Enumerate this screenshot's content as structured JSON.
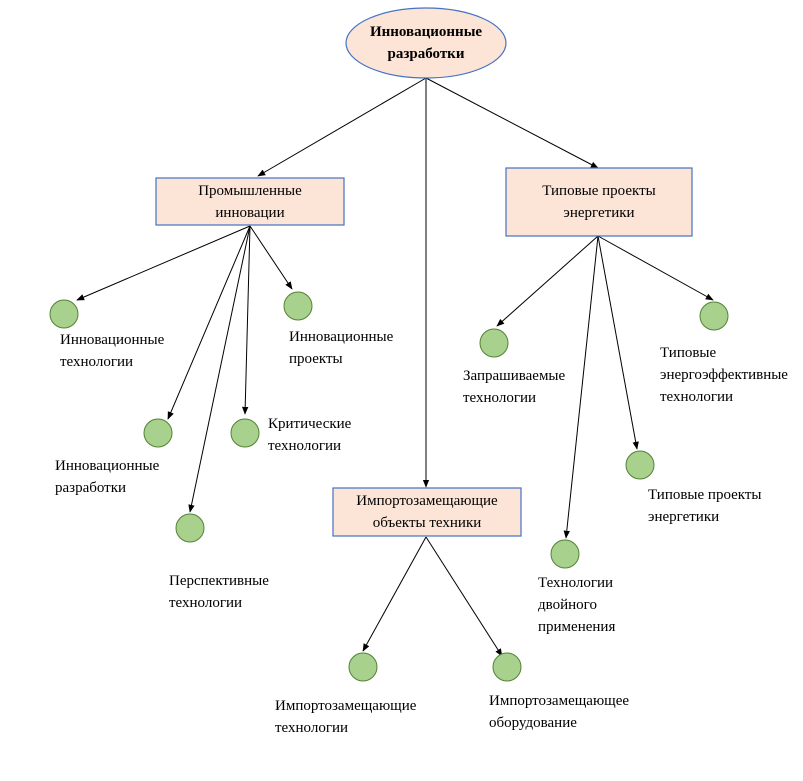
{
  "root": {
    "lines": [
      "Инновационные",
      "разработки"
    ]
  },
  "categories": [
    {
      "id": "industrial",
      "lines": [
        "Промышленные",
        "инновации"
      ]
    },
    {
      "id": "import",
      "lines": [
        "Импортозамещающие",
        "объекты техники"
      ]
    },
    {
      "id": "energy",
      "lines": [
        "Типовые проекты",
        "энергетики"
      ]
    }
  ],
  "leaves": [
    {
      "id": "industrial-innov-tech",
      "lines": [
        "Инновационные",
        "технологии"
      ]
    },
    {
      "id": "industrial-innov-projects",
      "lines": [
        "Инновационные",
        "проекты"
      ]
    },
    {
      "id": "industrial-innov-dev",
      "lines": [
        "Инновационные",
        "разработки"
      ]
    },
    {
      "id": "industrial-critical-tech",
      "lines": [
        "Критические",
        "технологии"
      ]
    },
    {
      "id": "industrial-perspective-tech",
      "lines": [
        "Перспективные",
        "технологии"
      ]
    },
    {
      "id": "energy-requested-tech",
      "lines": [
        "Запрашиваемые",
        "технологии"
      ]
    },
    {
      "id": "energy-typical-efficient",
      "lines": [
        "Типовые",
        "энергоэффективные",
        "технологии"
      ]
    },
    {
      "id": "energy-typical-projects",
      "lines": [
        "Типовые проекты",
        "энергетики"
      ]
    },
    {
      "id": "energy-dual-use",
      "lines": [
        "Технологии",
        "двойного",
        "применения"
      ]
    },
    {
      "id": "import-tech",
      "lines": [
        "Импортозамещающие",
        "технологии"
      ]
    },
    {
      "id": "import-equipment",
      "lines": [
        "Импортозамещающее",
        "оборудование"
      ]
    }
  ],
  "colors": {
    "root_fill": "#fce4d6",
    "root_stroke": "#4472c4",
    "box_fill": "#fce4d6",
    "box_stroke": "#4472c4",
    "node_fill": "#a9d18e",
    "node_stroke": "#548235",
    "edge": "#000000"
  }
}
